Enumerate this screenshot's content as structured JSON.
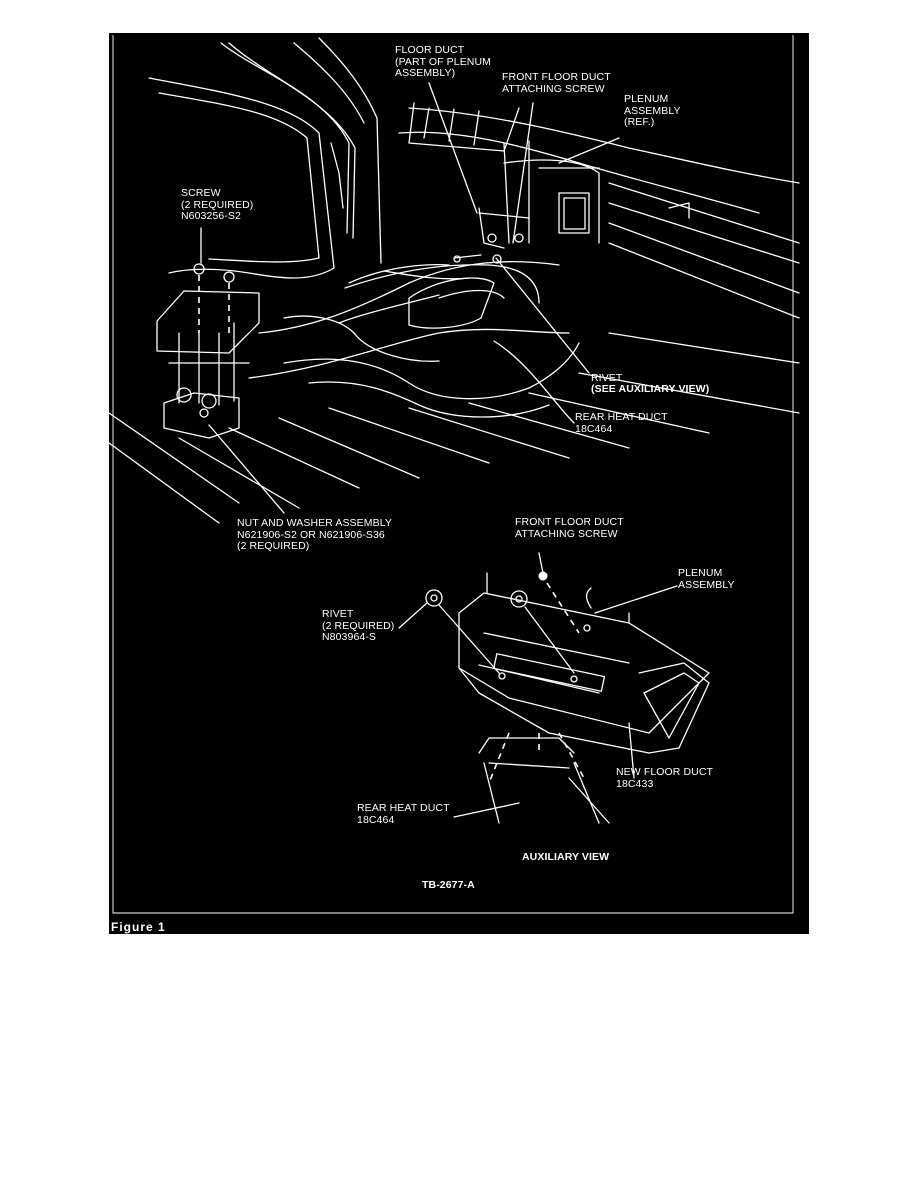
{
  "figure": {
    "caption": "Figure 1",
    "code": "TB-2677-A",
    "auxiliary_title": "AUXILIARY VIEW"
  },
  "callouts": {
    "floor_duct": "FLOOR DUCT\n(PART OF PLENUM\nASSEMBLY)",
    "front_screw_top": "FRONT FLOOR DUCT\nATTACHING SCREW",
    "plenum_ref": "PLENUM\nASSEMBLY\n(REF.)",
    "screw": "SCREW\n(2 REQUIRED)\nN603256-S2",
    "rivet_see_aux": "RIVET",
    "see_aux": "(SEE AUXILIARY VIEW)",
    "rear_heat_duct_top": "REAR HEAT DUCT\n18C464",
    "nut_washer": "NUT AND WASHER ASSEMBLY\nN621906-S2 OR N621906-S36\n(2 REQUIRED)",
    "front_screw_aux": "FRONT FLOOR DUCT\nATTACHING SCREW",
    "plenum_aux": "PLENUM\nASSEMBLY",
    "rivet_aux": "RIVET\n(2 REQUIRED)\nN803964-S",
    "new_floor_duct": "NEW FLOOR DUCT\n18C433",
    "rear_heat_duct_aux": "REAR HEAT DUCT\n18C464"
  }
}
